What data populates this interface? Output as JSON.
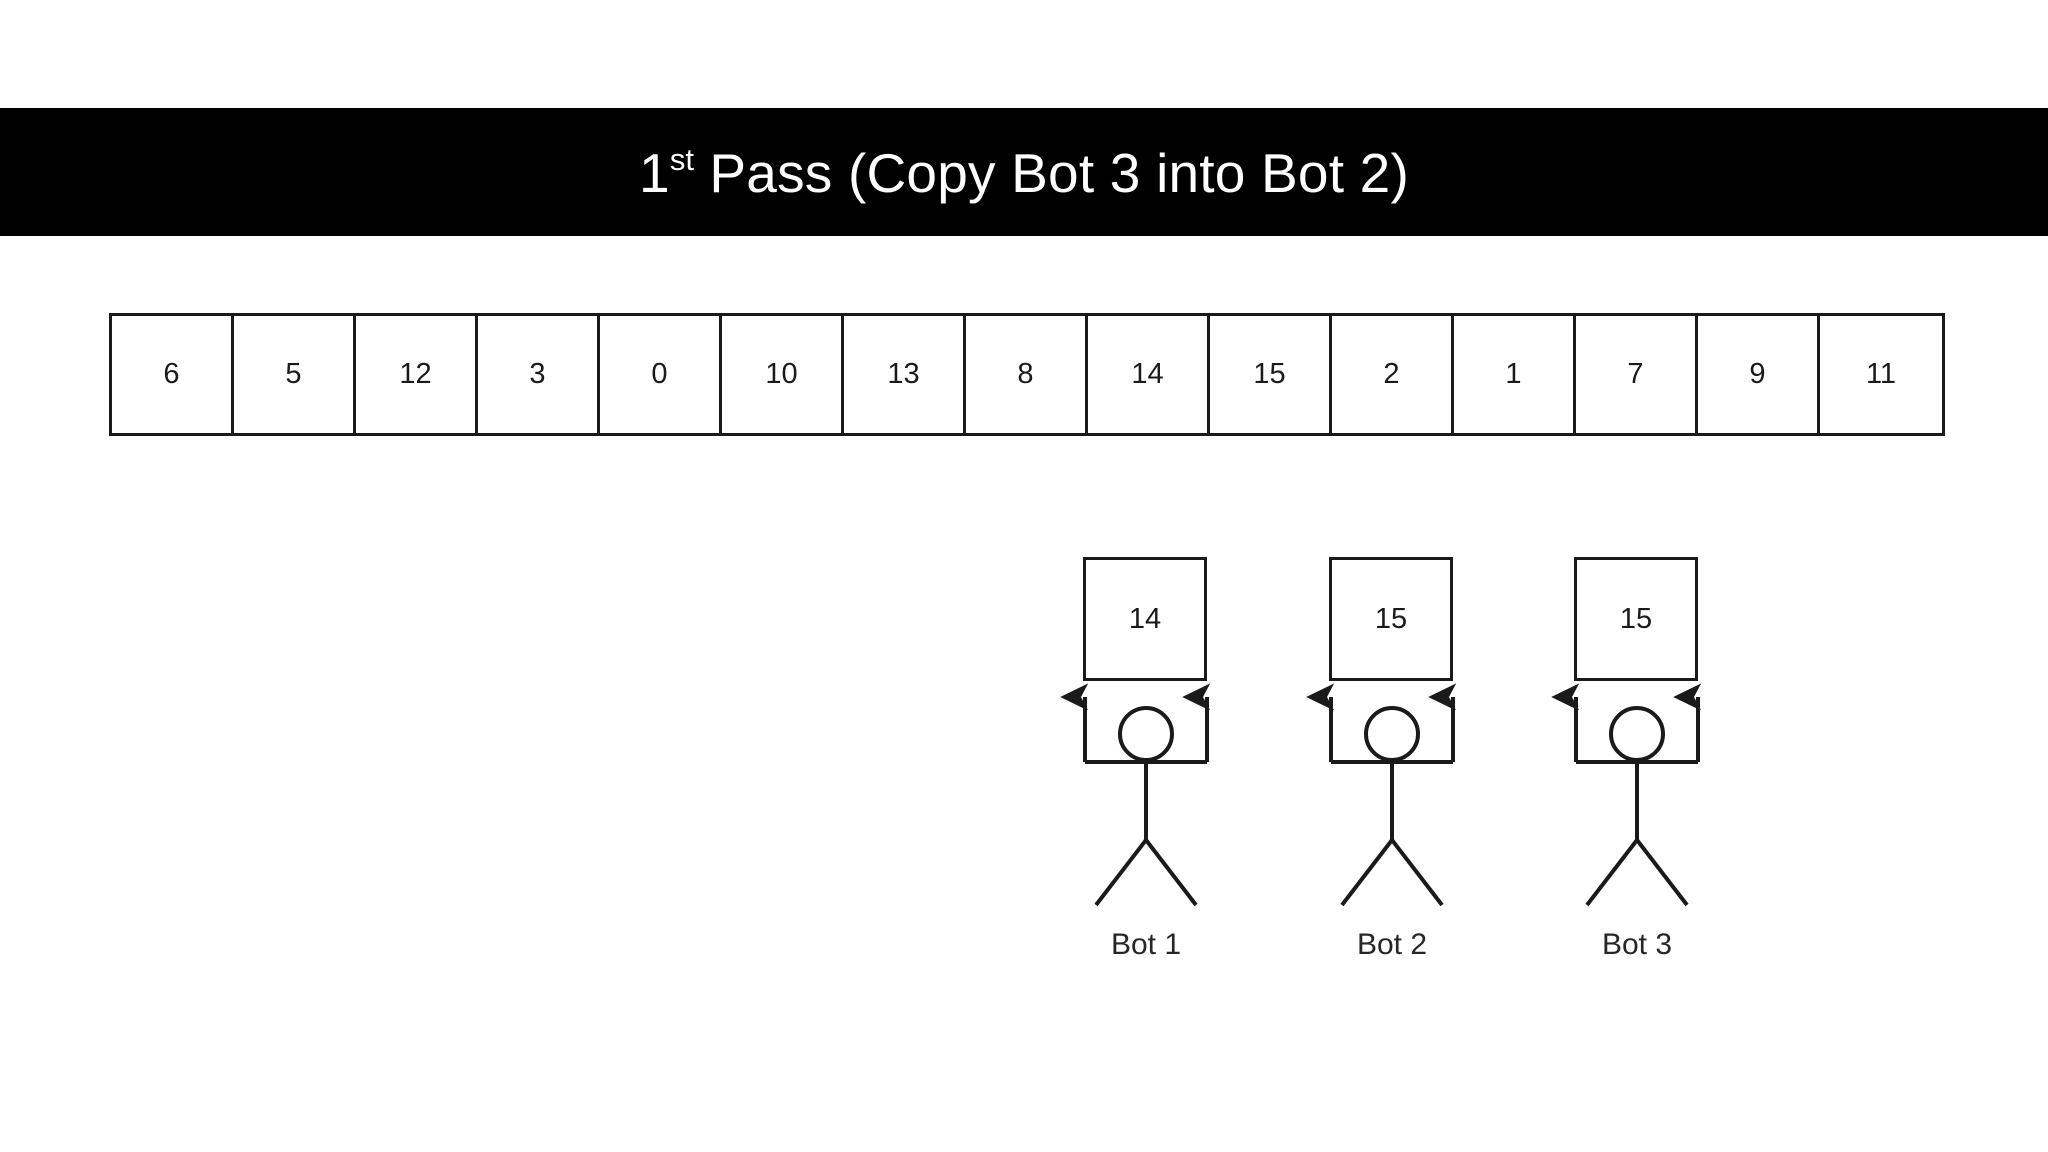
{
  "slide": {
    "background_color": "#ffffff",
    "title": {
      "lead": "1",
      "ordinal_suffix": "st",
      "rest": " Pass (Copy Bot 3 into Bot 2)",
      "full_text": "1st Pass (Copy Bot 3 into Bot 2)",
      "banner_color": "#000000",
      "text_color": "#ffffff"
    }
  },
  "array": {
    "label": "data-array",
    "border_color": "#1a1a1a",
    "cell_count": 15,
    "cells": [
      {
        "index": 0,
        "value": "6"
      },
      {
        "index": 1,
        "value": "5"
      },
      {
        "index": 2,
        "value": "12"
      },
      {
        "index": 3,
        "value": "3"
      },
      {
        "index": 4,
        "value": "0"
      },
      {
        "index": 5,
        "value": "10"
      },
      {
        "index": 6,
        "value": "13"
      },
      {
        "index": 7,
        "value": "8"
      },
      {
        "index": 8,
        "value": "14"
      },
      {
        "index": 9,
        "value": "15"
      },
      {
        "index": 10,
        "value": "2"
      },
      {
        "index": 11,
        "value": "1"
      },
      {
        "index": 12,
        "value": "7"
      },
      {
        "index": 13,
        "value": "9"
      },
      {
        "index": 14,
        "value": "11"
      }
    ]
  },
  "bots": [
    {
      "id": "bot-1",
      "label": "Bot 1",
      "held_value": "14"
    },
    {
      "id": "bot-2",
      "label": "Bot 2",
      "held_value": "15"
    },
    {
      "id": "bot-3",
      "label": "Bot 3",
      "held_value": "15"
    }
  ]
}
